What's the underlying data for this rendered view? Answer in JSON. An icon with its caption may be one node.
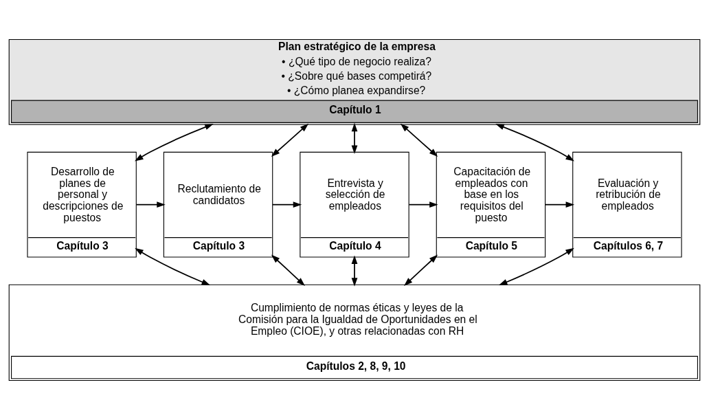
{
  "diagram": {
    "nodes": [
      {
        "text": [
          "Plan estratégico de la empresa",
          "• ¿Qué tipo de negocio realiza?",
          "• ¿Sobre qué bases competirá?",
          "• ¿Cómo planea expandirse?",
          "Capítulo 1"
        ]
      },
      {
        "text": [
          "Desarrollo de planes de personal y descripciones de puestos",
          "Capítulo 3"
        ]
      },
      {
        "text": [
          "Reclutamiento de candidatos",
          "Capítulo 3"
        ]
      },
      {
        "text": [
          "Entrevista y selección de empleados",
          "Capítulo 4"
        ]
      },
      {
        "text": [
          "Capacitación de empleados con base en los requisitos del puesto",
          "Capítulo 5"
        ]
      },
      {
        "text": [
          "Evaluación y retribución de empleados",
          "Capítulos 6, 7"
        ]
      },
      {
        "text": [
          "Cumplimiento de normas éticas y leyes de la Comisión para la Igualdad de Oportunidades en el Empleo (CIOE), y otras relacionadas con RH",
          "Capítulos 2, 8, 9, 10"
        ]
      }
    ],
    "edges": [
      {
        "from": 0,
        "to": 1,
        "arrow": "both"
      },
      {
        "from": 0,
        "to": 2,
        "arrow": "both"
      },
      {
        "from": 0,
        "to": 3,
        "arrow": "both"
      },
      {
        "from": 0,
        "to": 4,
        "arrow": "both"
      },
      {
        "from": 0,
        "to": 5,
        "arrow": "both"
      },
      {
        "from": 1,
        "to": 2,
        "arrow": "to"
      },
      {
        "from": 2,
        "to": 3,
        "arrow": "to"
      },
      {
        "from": 3,
        "to": 4,
        "arrow": "to"
      },
      {
        "from": 4,
        "to": 5,
        "arrow": "to"
      },
      {
        "from": 1,
        "to": 6,
        "arrow": "both"
      },
      {
        "from": 2,
        "to": 6,
        "arrow": "both"
      },
      {
        "from": 3,
        "to": 6,
        "arrow": "both"
      },
      {
        "from": 4,
        "to": 6,
        "arrow": "both"
      },
      {
        "from": 5,
        "to": 6,
        "arrow": "both"
      }
    ]
  }
}
